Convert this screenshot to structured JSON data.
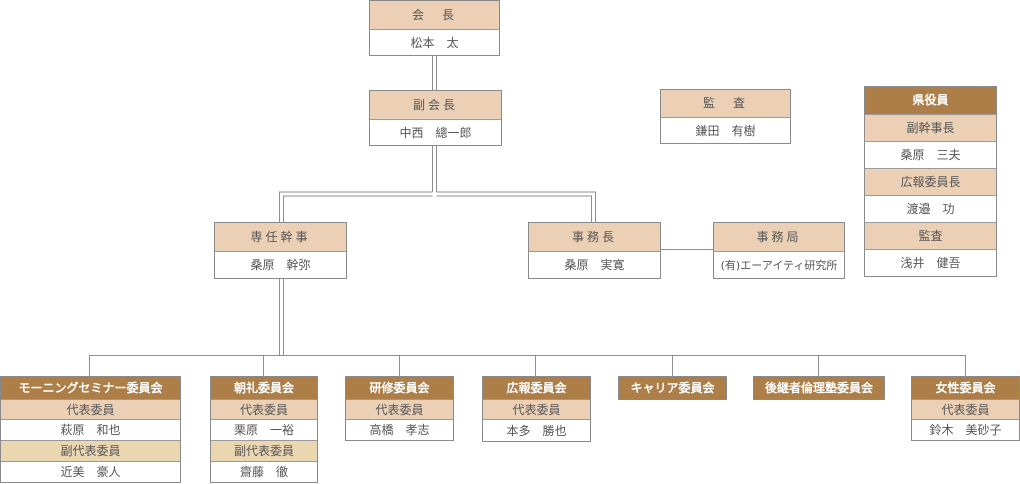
{
  "chart_title": "",
  "top": {
    "president": {
      "title": "会　長",
      "name": "松本　太"
    },
    "vice_president": {
      "title": "副会長",
      "name": "中西　總一郎"
    },
    "auditor": {
      "title": "監　査",
      "name": "鎌田　有樹"
    },
    "managing_director": {
      "title": "専任幹事",
      "name": "桑原　幹弥"
    },
    "secretary_general": {
      "title": "事務長",
      "name": "桑原　実寛"
    },
    "secretariat": {
      "title": "事務局",
      "name": "(有)エーアイティ研究所"
    }
  },
  "prefectural_officers": {
    "title": "県役員",
    "rows": [
      {
        "role": "副幹事長",
        "name": "桑原　三夫"
      },
      {
        "role": "広報委員長",
        "name": "渡邉　功"
      },
      {
        "role": "監査",
        "name": "浅井　健吾"
      }
    ]
  },
  "committees": [
    {
      "name": "モーニングセミナー委員会",
      "rows": [
        {
          "role": "代表委員",
          "name": "萩原　和也"
        },
        {
          "role": "副代表委員",
          "name": "近美　豪人"
        }
      ]
    },
    {
      "name": "朝礼委員会",
      "rows": [
        {
          "role": "代表委員",
          "name": "栗原　一裕"
        },
        {
          "role": "副代表委員",
          "name": "齋藤　徹"
        }
      ]
    },
    {
      "name": "研修委員会",
      "rows": [
        {
          "role": "代表委員",
          "name": "高橋　孝志"
        }
      ]
    },
    {
      "name": "広報委員会",
      "rows": [
        {
          "role": "代表委員",
          "name": "本多　勝也"
        }
      ]
    },
    {
      "name": "キャリア委員会",
      "rows": []
    },
    {
      "name": "後継者倫理塾委員会",
      "rows": []
    },
    {
      "name": "女性委員会",
      "rows": [
        {
          "role": "代表委員",
          "name": "鈴木　美砂子"
        }
      ]
    }
  ],
  "colors": {
    "header_light": "#ebd0b6",
    "header_dark": "#ad7e47",
    "deputy_row": "#ebd6b2",
    "line": "#8f8f8f"
  }
}
